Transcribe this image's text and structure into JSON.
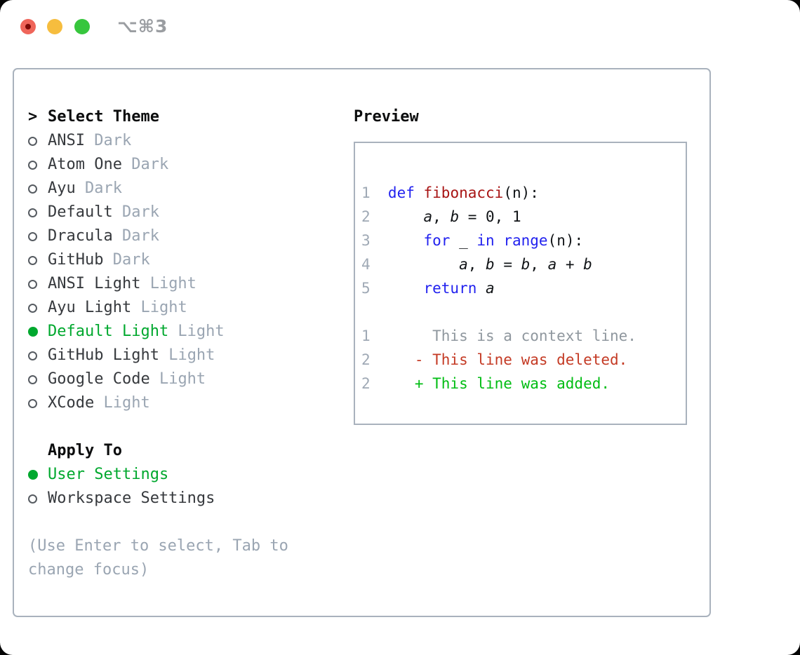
{
  "window": {
    "shortcut": "⌥⌘3",
    "traffic_lights": [
      "close",
      "minimize",
      "zoom"
    ]
  },
  "colors": {
    "selection_green": "#00a82e",
    "diff_add_green": "#00bd13",
    "diff_delete_red": "#c43a24",
    "keyword_blue": "#2222ef",
    "function_red": "#a81414",
    "muted_gray": "#9aa5b2",
    "border_gray": "#a9b2bd",
    "traffic_red": "#ef655a",
    "traffic_yellow": "#f6bd3e",
    "traffic_green": "#37c63d"
  },
  "left": {
    "prompt": ">",
    "title": "Select Theme",
    "themes": [
      {
        "name": "ANSI",
        "variant": "Dark",
        "selected": false
      },
      {
        "name": "Atom One",
        "variant": "Dark",
        "selected": false
      },
      {
        "name": "Ayu",
        "variant": "Dark",
        "selected": false
      },
      {
        "name": "Default",
        "variant": "Dark",
        "selected": false
      },
      {
        "name": "Dracula",
        "variant": "Dark",
        "selected": false
      },
      {
        "name": "GitHub",
        "variant": "Dark",
        "selected": false
      },
      {
        "name": "ANSI Light",
        "variant": "Light",
        "selected": false
      },
      {
        "name": "Ayu Light",
        "variant": "Light",
        "selected": false
      },
      {
        "name": "Default Light",
        "variant": "Light",
        "selected": true
      },
      {
        "name": "GitHub Light",
        "variant": "Light",
        "selected": false
      },
      {
        "name": "Google Code",
        "variant": "Light",
        "selected": false
      },
      {
        "name": "XCode",
        "variant": "Light",
        "selected": false
      }
    ],
    "apply_to": {
      "label": "Apply To",
      "options": [
        {
          "name": "User Settings",
          "selected": true
        },
        {
          "name": "Workspace Settings",
          "selected": false
        }
      ]
    },
    "hint": "(Use Enter to select, Tab to change focus)"
  },
  "preview": {
    "label": "Preview",
    "lines": [
      {
        "ln": "1",
        "segs": [
          {
            "t": "def",
            "c": "kw"
          },
          {
            "t": " ",
            "c": "pl"
          },
          {
            "t": "fibonacci",
            "c": "fn"
          },
          {
            "t": "(n):",
            "c": "pl"
          }
        ]
      },
      {
        "ln": "2",
        "segs": [
          {
            "t": "    ",
            "c": "pl"
          },
          {
            "t": "a",
            "c": "var"
          },
          {
            "t": ", ",
            "c": "pl"
          },
          {
            "t": "b",
            "c": "var"
          },
          {
            "t": " = 0, 1",
            "c": "pl"
          }
        ]
      },
      {
        "ln": "3",
        "segs": [
          {
            "t": "    ",
            "c": "pl"
          },
          {
            "t": "for",
            "c": "kw"
          },
          {
            "t": " _ ",
            "c": "pl"
          },
          {
            "t": "in",
            "c": "kw"
          },
          {
            "t": " ",
            "c": "pl"
          },
          {
            "t": "range",
            "c": "kw"
          },
          {
            "t": "(n):",
            "c": "pl"
          }
        ]
      },
      {
        "ln": "4",
        "segs": [
          {
            "t": "        ",
            "c": "pl"
          },
          {
            "t": "a",
            "c": "var"
          },
          {
            "t": ", ",
            "c": "pl"
          },
          {
            "t": "b",
            "c": "var"
          },
          {
            "t": " = ",
            "c": "pl"
          },
          {
            "t": "b",
            "c": "var"
          },
          {
            "t": ", ",
            "c": "pl"
          },
          {
            "t": "a",
            "c": "var"
          },
          {
            "t": " + ",
            "c": "pl"
          },
          {
            "t": "b",
            "c": "var"
          }
        ]
      },
      {
        "ln": "5",
        "segs": [
          {
            "t": "    ",
            "c": "pl"
          },
          {
            "t": "return",
            "c": "kw"
          },
          {
            "t": " ",
            "c": "pl"
          },
          {
            "t": "a",
            "c": "var"
          }
        ]
      },
      {
        "ln": "",
        "segs": []
      },
      {
        "ln": "1",
        "segs": [
          {
            "t": "     This is a context line.",
            "c": "ctx"
          }
        ]
      },
      {
        "ln": "2",
        "segs": [
          {
            "t": "   ",
            "c": "pl"
          },
          {
            "t": "- This line was deleted.",
            "c": "del"
          }
        ]
      },
      {
        "ln": "2",
        "segs": [
          {
            "t": "   ",
            "c": "pl"
          },
          {
            "t": "+ This line was added.",
            "c": "add"
          }
        ]
      }
    ]
  }
}
